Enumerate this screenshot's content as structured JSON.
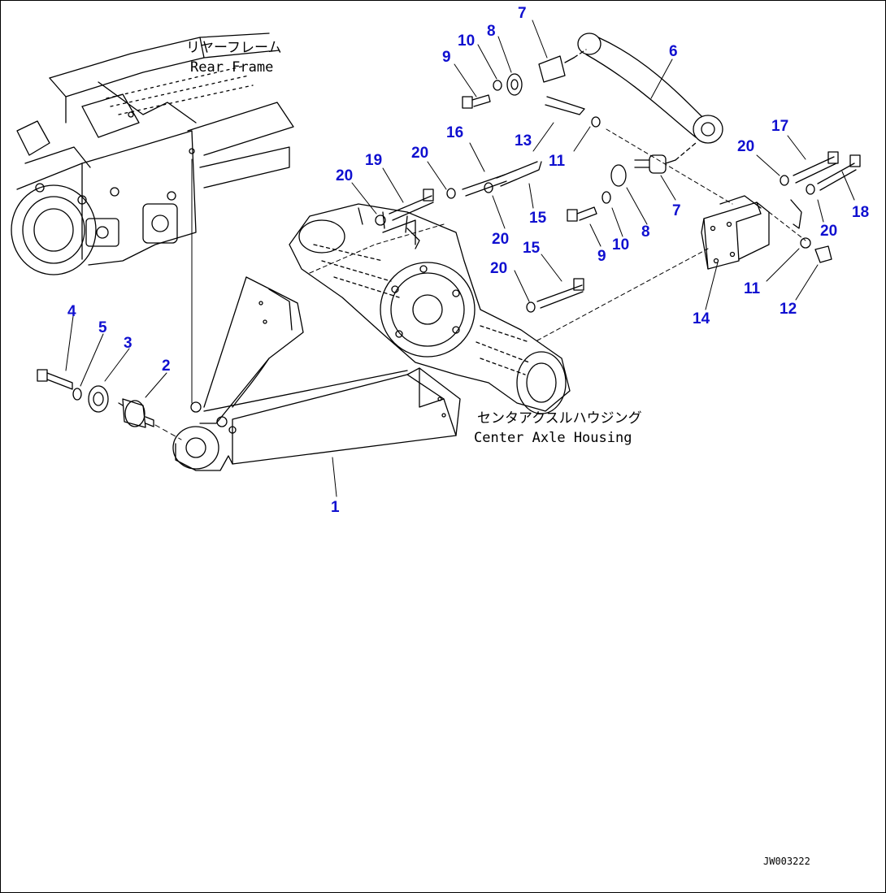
{
  "diagram": {
    "captions": {
      "rear_frame_jp": "リヤーフレーム",
      "rear_frame_en": "Rear Frame",
      "center_axle_jp": "センタアクスルハウジング",
      "center_axle_en": "Center Axle Housing"
    },
    "drawing_code": "JW003222",
    "label_color": "#1010d0",
    "callouts": [
      {
        "id": "c7a",
        "text": "7"
      },
      {
        "id": "c10a",
        "text": "10"
      },
      {
        "id": "c8a",
        "text": "8"
      },
      {
        "id": "c9a",
        "text": "9"
      },
      {
        "id": "c6",
        "text": "6"
      },
      {
        "id": "c16",
        "text": "16"
      },
      {
        "id": "c13",
        "text": "13"
      },
      {
        "id": "c11a",
        "text": "11"
      },
      {
        "id": "c20a",
        "text": "20"
      },
      {
        "id": "c19",
        "text": "19"
      },
      {
        "id": "c20b",
        "text": "20"
      },
      {
        "id": "c17",
        "text": "17"
      },
      {
        "id": "c20c",
        "text": "20"
      },
      {
        "id": "c18",
        "text": "18"
      },
      {
        "id": "c15a",
        "text": "15"
      },
      {
        "id": "c20d",
        "text": "20"
      },
      {
        "id": "c7b",
        "text": "7"
      },
      {
        "id": "c8b",
        "text": "8"
      },
      {
        "id": "c10b",
        "text": "10"
      },
      {
        "id": "c9b",
        "text": "9"
      },
      {
        "id": "c20e",
        "text": "20"
      },
      {
        "id": "c15b",
        "text": "15"
      },
      {
        "id": "c20f",
        "text": "20"
      },
      {
        "id": "c20g",
        "text": "20"
      },
      {
        "id": "c11b",
        "text": "11"
      },
      {
        "id": "c12",
        "text": "12"
      },
      {
        "id": "c14",
        "text": "14"
      },
      {
        "id": "c4",
        "text": "4"
      },
      {
        "id": "c5",
        "text": "5"
      },
      {
        "id": "c3",
        "text": "3"
      },
      {
        "id": "c2",
        "text": "2"
      },
      {
        "id": "c1",
        "text": "1"
      }
    ]
  }
}
